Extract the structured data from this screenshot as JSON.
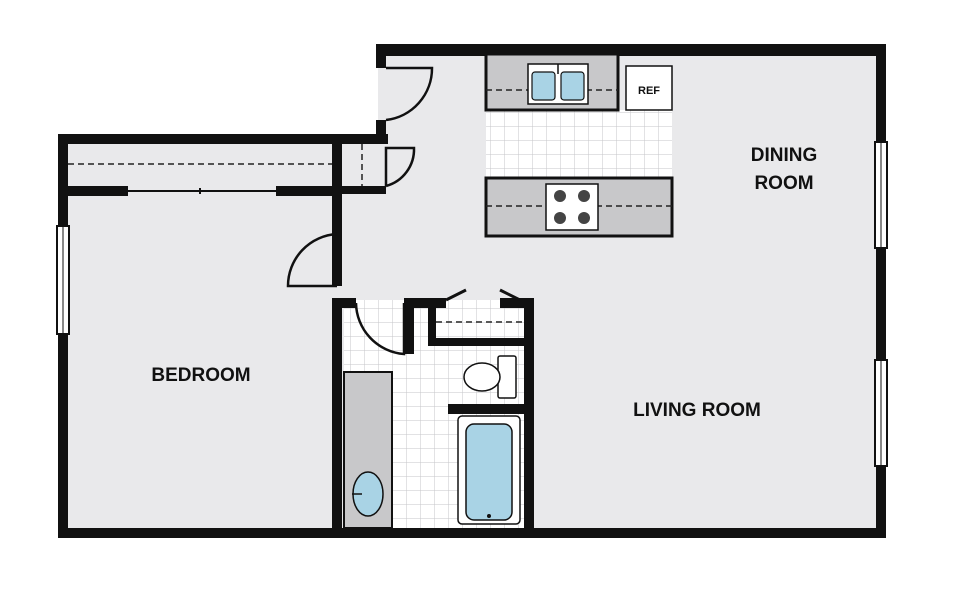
{
  "rooms": {
    "dining_line1": "DINING",
    "dining_line2": "ROOM",
    "living": "LIVING ROOM",
    "bedroom": "BEDROOM"
  },
  "appliances": {
    "refrigerator": "REF"
  },
  "colors": {
    "floor": "#e9e9eb",
    "wall": "#111111",
    "counter": "#c8c8ca",
    "fixture_water": "#a9d3e5",
    "tile_line": "#c6c6c8"
  }
}
